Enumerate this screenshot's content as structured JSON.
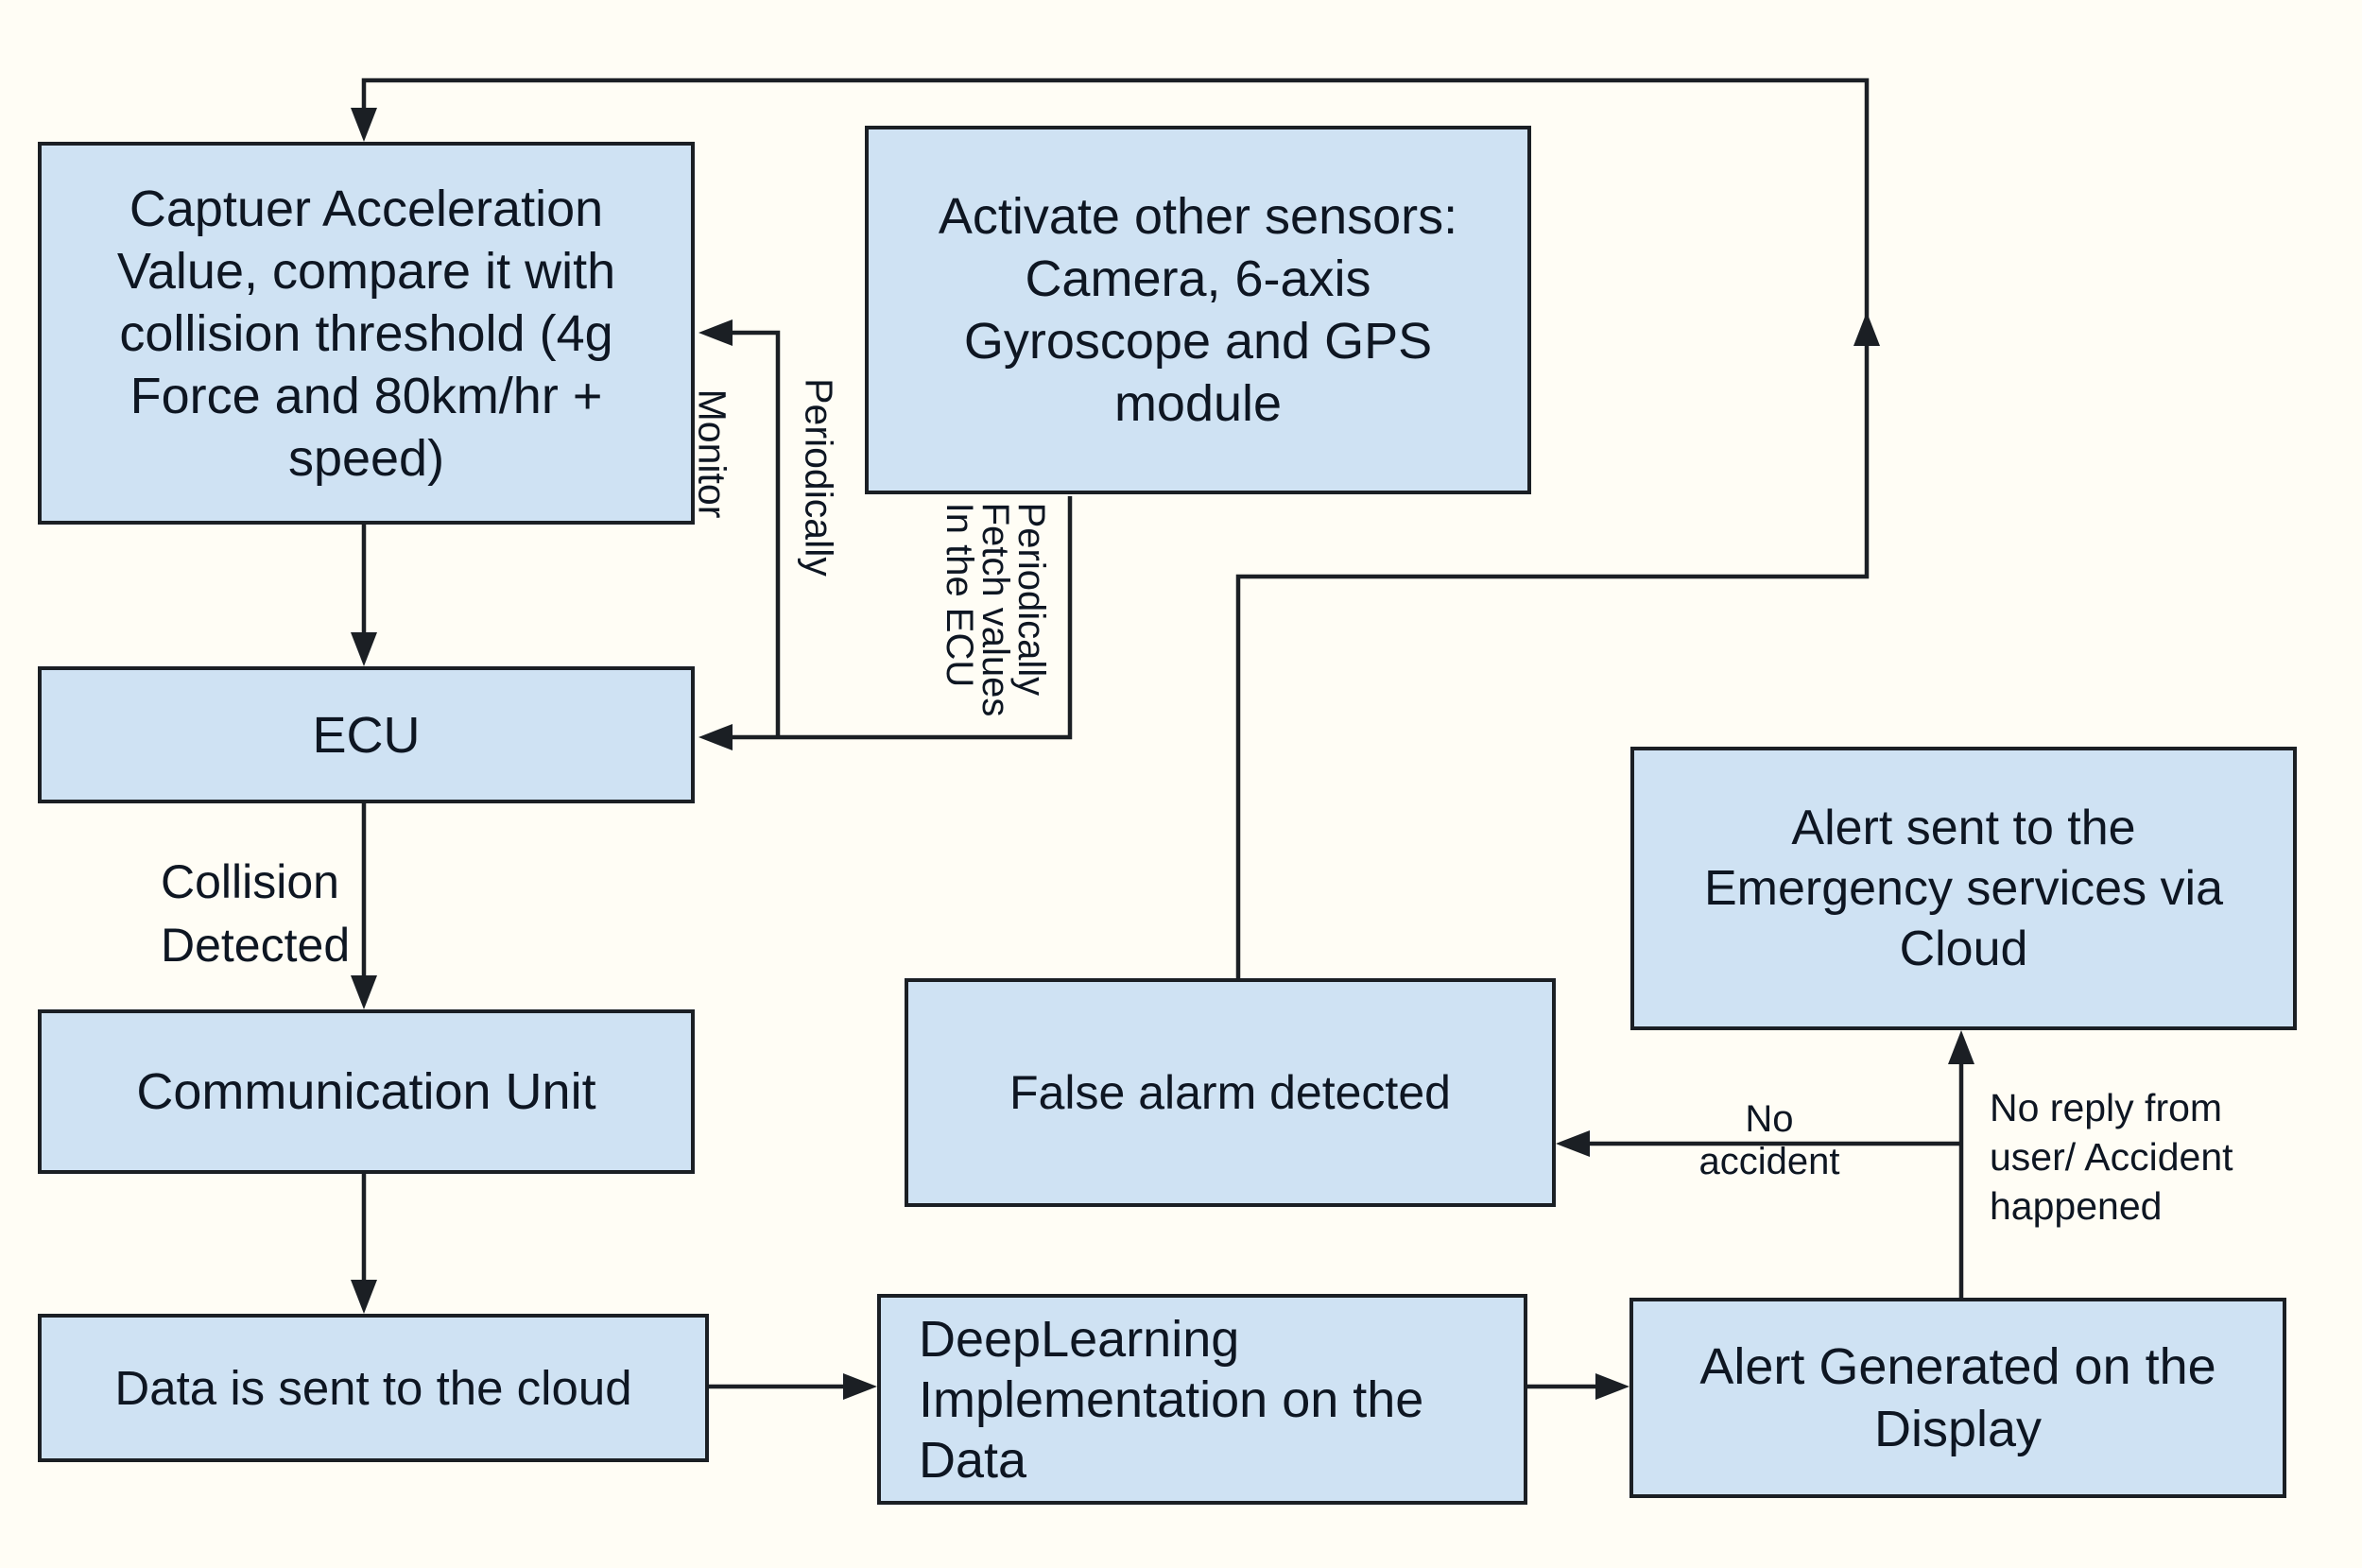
{
  "boxes": {
    "capture": {
      "lines": [
        "Captuer Acceleration",
        "Value, compare it with",
        "collision threshold (4g",
        "Force and 80km/hr +",
        "speed)"
      ]
    },
    "activate": {
      "lines": [
        "Activate other sensors:",
        "Camera, 6-axis",
        "Gyroscope and GPS",
        "module"
      ]
    },
    "ecu": {
      "label": "ECU"
    },
    "comm": {
      "label": "Communication Unit"
    },
    "data_cloud": {
      "label": "Data is sent to the cloud"
    },
    "deep": {
      "lines": [
        "DeepLearning",
        "Implementation on the",
        "Data"
      ]
    },
    "alert_display": {
      "lines": [
        "Alert Generated on the",
        "Display"
      ]
    },
    "alert_sent": {
      "lines": [
        "Alert sent to the",
        "Emergency services via",
        "Cloud"
      ]
    },
    "false_alarm": {
      "label": "False alarm detected"
    }
  },
  "edge_labels": {
    "monitor": "Monitor",
    "periodically": "Periodically",
    "fetch_block": {
      "lines": [
        "Periodically",
        "Fetch values",
        "In the ECU"
      ]
    },
    "collision": {
      "lines": [
        "Collision",
        "Detected"
      ]
    },
    "no_accident": "No accident",
    "no_reply": {
      "lines": [
        "No reply from",
        "user/ Accident",
        "happened"
      ]
    }
  },
  "colors": {
    "box_fill": "#cfe2f3",
    "box_border": "#1b1f24",
    "connector": "#1b1f24",
    "text": "#0e1622",
    "background": "#fffdf5"
  }
}
